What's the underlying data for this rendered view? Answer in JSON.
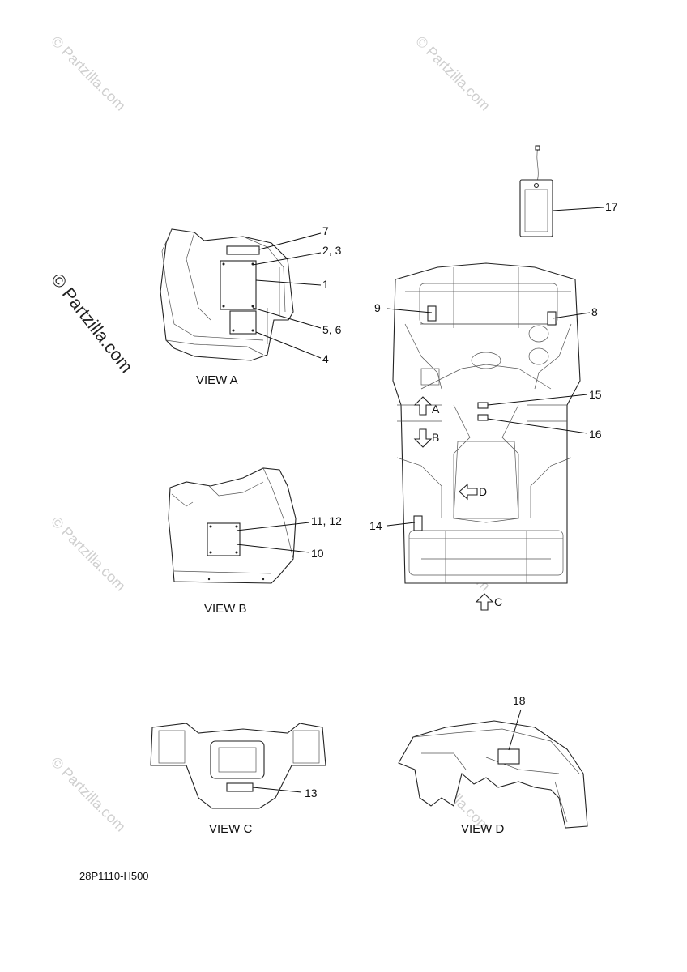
{
  "watermark": {
    "small_text": "© Partzilla.com",
    "big_text": "© Partzilla.com"
  },
  "views": {
    "a": "VIEW A",
    "b": "VIEW B",
    "c": "VIEW C",
    "d": "VIEW D"
  },
  "callouts": {
    "c1": "1",
    "c23": "2, 3",
    "c4": "4",
    "c56": "5, 6",
    "c7": "7",
    "c8": "8",
    "c9": "9",
    "c10": "10",
    "c1112": "11, 12",
    "c13": "13",
    "c14": "14",
    "c15": "15",
    "c16": "16",
    "c17": "17",
    "c18": "18"
  },
  "arrows": {
    "a": "A",
    "b": "B",
    "c": "C",
    "d": "D"
  },
  "diagram_code": "28P1110-H500"
}
